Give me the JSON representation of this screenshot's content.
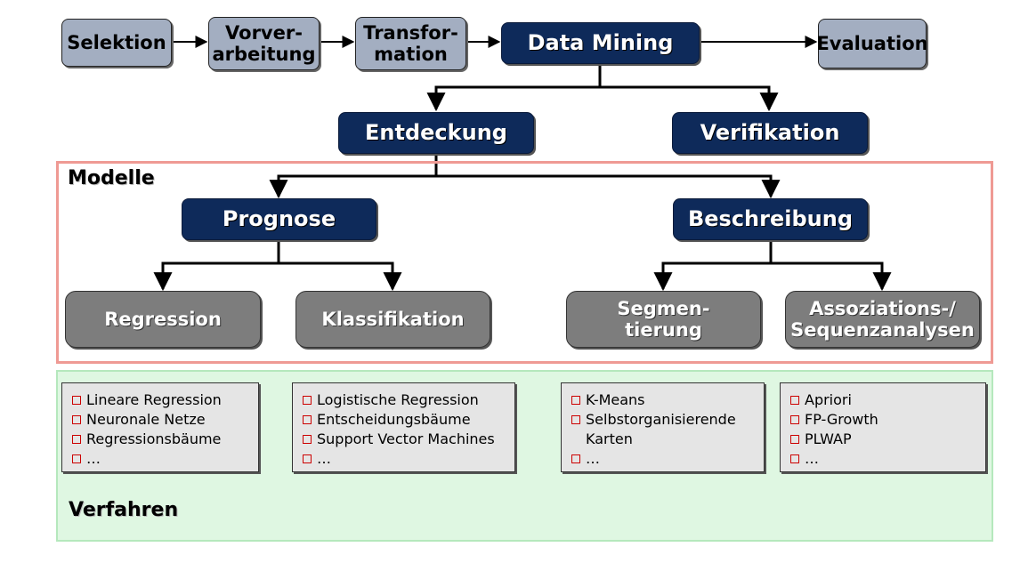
{
  "process": {
    "selektion": "Selektion",
    "vorverarbeitung": "Vorver-\narbeitung",
    "transformation": "Transfor-\nmation",
    "data_mining": "Data Mining",
    "evaluation": "Evaluation"
  },
  "tasks": {
    "entdeckung": "Entdeckung",
    "verifikation": "Verifikation"
  },
  "modelle": {
    "label": "Modelle",
    "prognose": "Prognose",
    "beschreibung": "Beschreibung",
    "regression": "Regression",
    "klassifikation": "Klassifikation",
    "segmentierung": "Segmen-\ntierung",
    "assoziation": "Assoziations-/\nSequenzanalysen"
  },
  "verfahren": {
    "label": "Verfahren",
    "regression_methods": [
      "Lineare Regression",
      "Neuronale Netze",
      "Regressionsbäume",
      "…"
    ],
    "klassifikation_methods": [
      "Logistische Regression",
      "Entscheidungsbäume",
      "Support Vector Machines",
      "…"
    ],
    "segmentierung_methods": [
      "K-Means",
      "Selbstorganisierende\nKarten",
      "…"
    ],
    "assoziation_methods": [
      "Apriori",
      "FP-Growth",
      "PLWAP",
      "…"
    ]
  },
  "colors": {
    "navy": "#0e2a5a",
    "process_grey_blue": "#a3aec1",
    "model_grey": "#7d7d7d",
    "modelle_border": "#ef9a94",
    "verfahren_fill": "#dff7e2",
    "bullet": "#cc0000"
  }
}
